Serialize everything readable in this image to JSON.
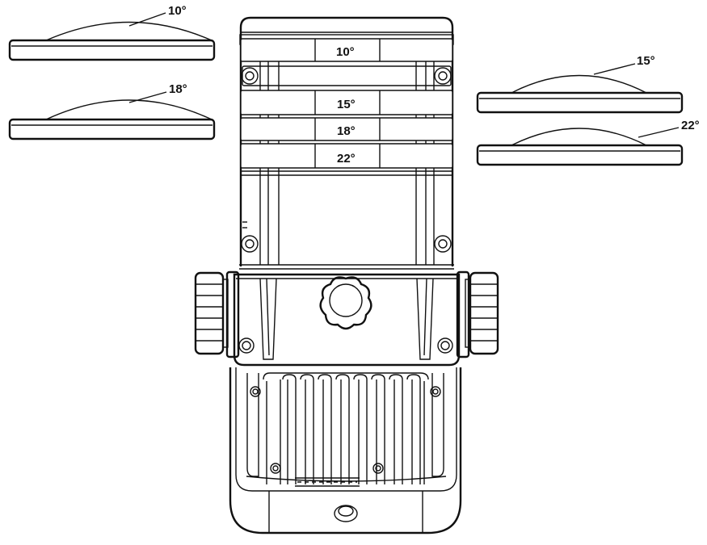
{
  "lenses": [
    {
      "id": "lens-10",
      "label": "10°"
    },
    {
      "id": "lens-18",
      "label": "18°"
    },
    {
      "id": "lens-15",
      "label": "15°"
    },
    {
      "id": "lens-22",
      "label": "22°"
    }
  ],
  "slots": [
    "10°",
    "15°",
    "18°",
    "22°"
  ]
}
